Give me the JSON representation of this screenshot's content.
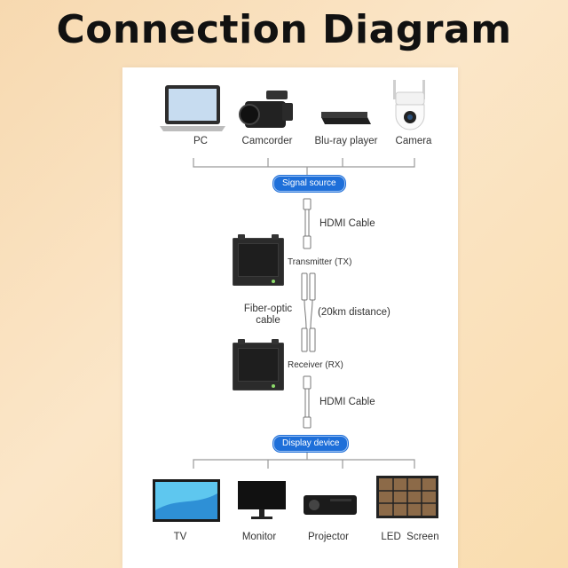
{
  "title": "Connection Diagram",
  "sources": [
    "PC",
    "Camcorder",
    "Blu-ray player",
    "Camera"
  ],
  "signal_source_label": "Signal source",
  "hdmi_cable_top": "HDMI Cable",
  "transmitter_label": "Transmitter (TX)",
  "fiber_label_line1": "Fiber-optic",
  "fiber_label_line2": "cable",
  "distance_label": "(20km distance)",
  "receiver_label": "Receiver  (RX)",
  "hdmi_cable_bottom": "HDMI Cable",
  "display_device_label": "Display device",
  "displays": [
    "TV",
    "Monitor",
    "Projector",
    "LED  Screen"
  ],
  "colors": {
    "accent": "#1e6fd9",
    "line": "#9a9a9a",
    "device": "#2b2b2b"
  }
}
